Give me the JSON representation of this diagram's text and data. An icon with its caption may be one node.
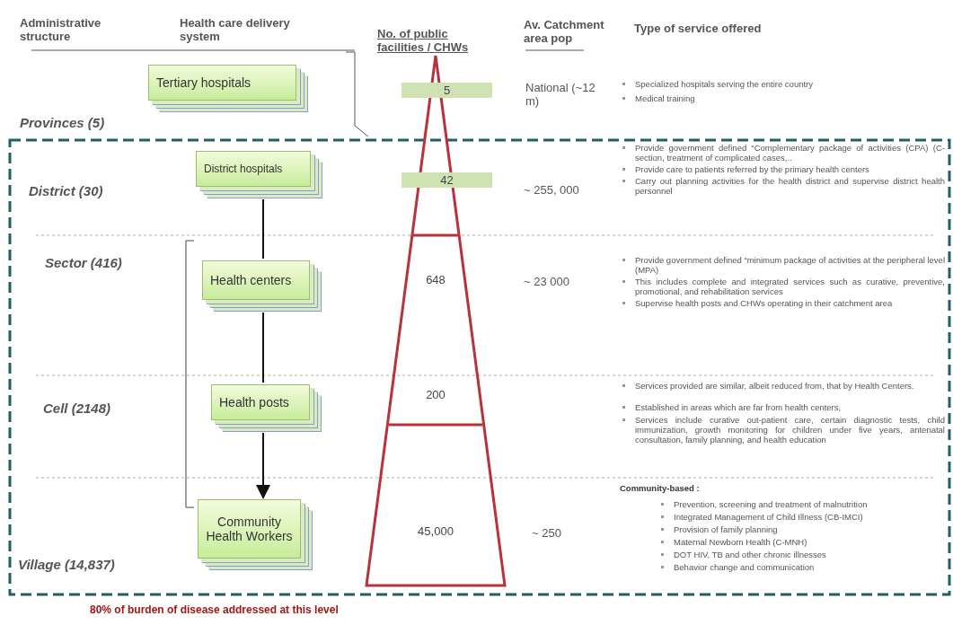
{
  "diagram": {
    "caption": "80% of burden of disease addressed at this level",
    "nodes": [
      {
        "text": [
          "Tertiary hospitals"
        ]
      },
      {
        "text": [
          "District hospitals"
        ]
      },
      {
        "text": [
          "Health centers"
        ]
      },
      {
        "text": [
          "Health posts"
        ]
      },
      {
        "text": [
          "Community Health Workers"
        ]
      }
    ],
    "edges": [
      {
        "from": 1,
        "to": 2,
        "arrow": "none"
      },
      {
        "from": 2,
        "to": 3,
        "arrow": "none"
      },
      {
        "from": 3,
        "to": 4,
        "arrow": "to"
      }
    ],
    "labels": [
      "Administrative structure",
      "Health care delivery system",
      "No. of public facilities / CHWs",
      "Av. Catchment area pop",
      "Type of service offered",
      "5",
      "National (~12 m)",
      "Specialized hospitals serving the entire country",
      "Medical training",
      "Provinces (5)",
      "Provide government defined “Complementary package of activities (CPA) (C-section, treatment of complicated cases,..",
      "Provide care to patients referred by the primary health centers",
      "Carry out planning activities for the health district and supervise district health personnel",
      "District (30)",
      "42",
      "~ 255, 000",
      "Sector (416)",
      "648",
      "~ 23 000",
      "Provide government defined “minimum package of activities at the peripheral level (MPA)",
      "This includes complete and integrated services such as curative, preventive, promotional, and rehabilitation services",
      "Supervise health posts and CHWs operating in their catchment area",
      "Cell (2148)",
      "200",
      "Services provided are similar, albeit reduced from, that by Health Centers.",
      "Established in areas which are far from health centers,",
      "Services include curative out-patient care, certain diagnostic tests, child immunization, growth monitoring for children under five years, antenatal consultation, family planning, and health education",
      "Community-based :",
      "Prevention, screening and treatment of malnutrition",
      "Integrated Management of Child Illness (CB-IMCI)",
      "Provision of family planning",
      "Maternal Newborn Health (C-MNH)",
      "DOT HIV, TB and other chronic illnesses",
      "Behavior change and communication",
      "45,000",
      "~ 250",
      "Village (14,837)"
    ]
  }
}
